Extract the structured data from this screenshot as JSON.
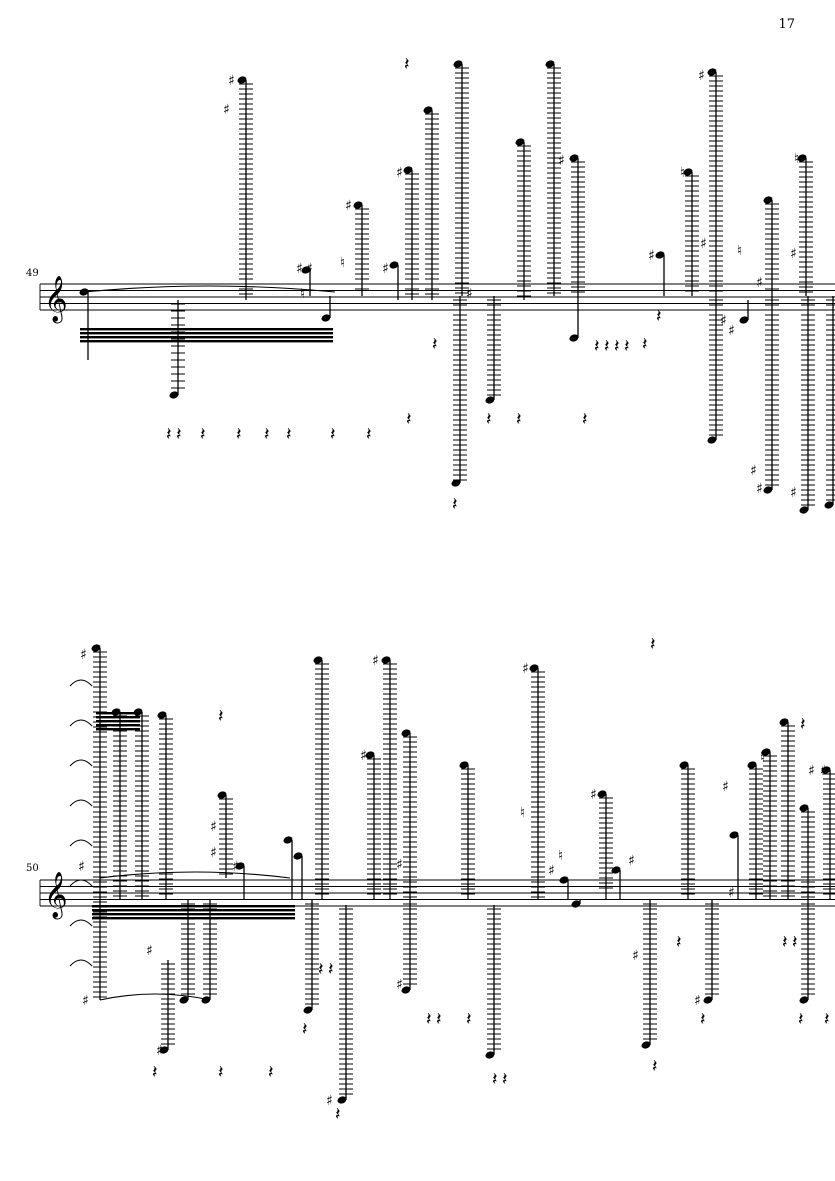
{
  "page": {
    "number": "17"
  },
  "systems": [
    {
      "measure_number": "49",
      "clef": "treble-clef",
      "key_signature": []
    },
    {
      "measure_number": "50",
      "clef": "treble-clef",
      "key_signature": []
    }
  ],
  "glyphs": {
    "treble_clef": "𝄞",
    "sharp": "♯",
    "natural": "♮",
    "rest": "𝄽"
  }
}
